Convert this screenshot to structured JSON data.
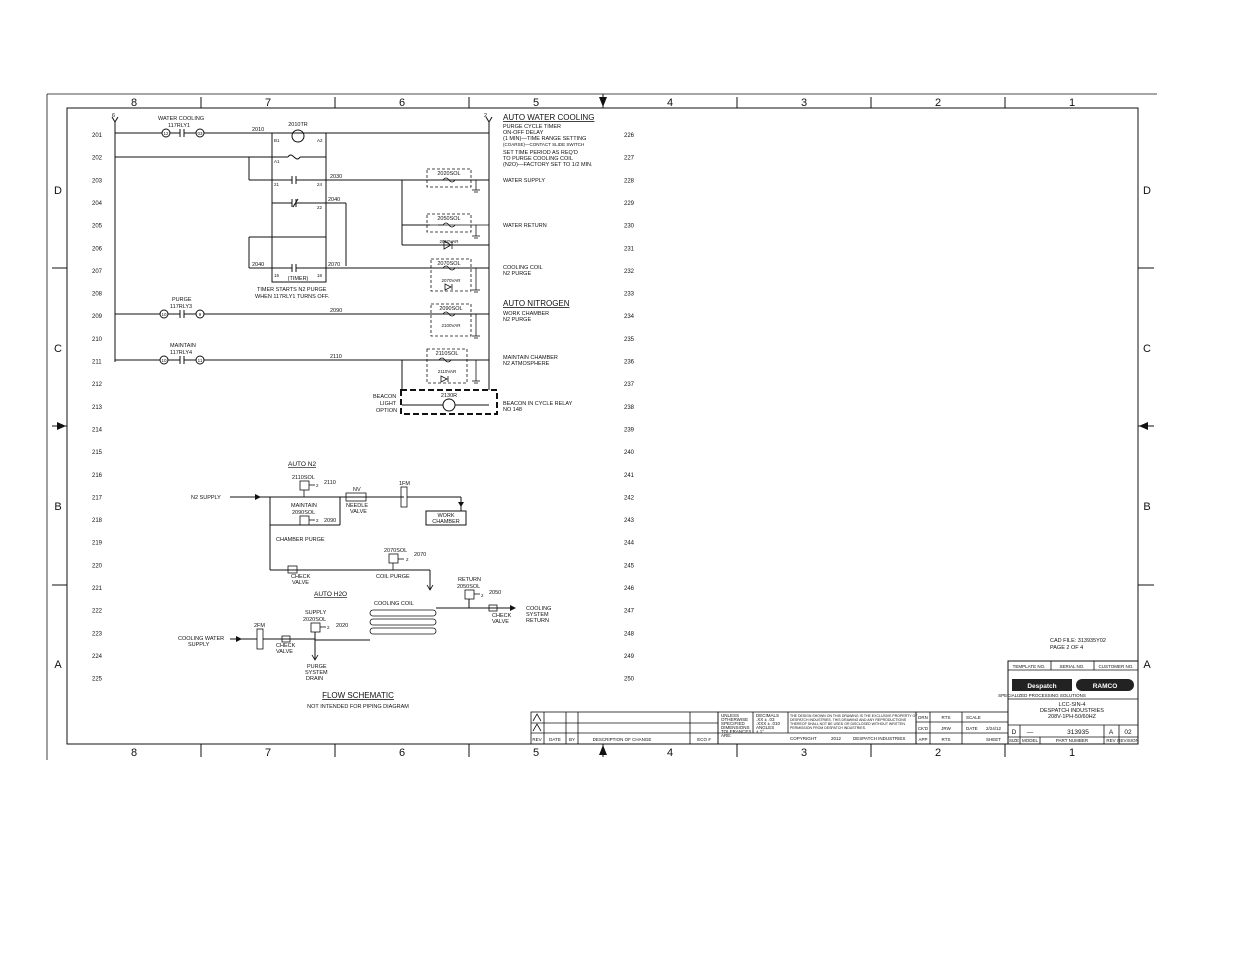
{
  "zones": {
    "columns": [
      "8",
      "7",
      "6",
      "5",
      "4",
      "3",
      "2",
      "1"
    ],
    "rows": [
      "D",
      "C",
      "B",
      "A"
    ]
  },
  "rungs": {
    "left": [
      "201",
      "202",
      "203",
      "204",
      "205",
      "206",
      "207",
      "208",
      "209",
      "210",
      "211",
      "212",
      "213",
      "214",
      "215",
      "216",
      "217",
      "218",
      "219",
      "220",
      "221",
      "222",
      "223",
      "224",
      "225"
    ],
    "right": [
      "226",
      "227",
      "228",
      "229",
      "230",
      "231",
      "232",
      "233",
      "234",
      "235",
      "236",
      "237",
      "238",
      "239",
      "240",
      "241",
      "242",
      "243",
      "244",
      "245",
      "246",
      "247",
      "248",
      "249",
      "250"
    ]
  },
  "schematic": {
    "wire_l": "6",
    "wire_r": "2",
    "water_cooling_label": "WATER COOLING",
    "water_cooling_relay": "117RLY1",
    "c_12": "12",
    "c_03": "03",
    "w_2010": "2010",
    "timer_label": "2010TR",
    "t_b1": "B1",
    "t_a2": "A2",
    "t_a1": "A1",
    "t_21": "21",
    "t_24": "24",
    "t_22": "22",
    "t_15": "15",
    "t_18": "18",
    "timer_tag": "(TIMER)",
    "w_2030": "2030",
    "w_2040": "2040",
    "w_2040b": "2040",
    "w_2070": "2070",
    "timer_note_1": "TIMER STARTS N2 PURGE",
    "timer_note_2": "WHEN 117RLY1 TURNS OFF.",
    "purge_label": "PURGE",
    "purge_relay": "117RLY3",
    "c_10": "10",
    "c_09": "9",
    "w_2090": "2090",
    "maintain_label": "MAINTAIN",
    "maintain_relay": "117RLY4",
    "c_10b": "10",
    "c_11": "11",
    "w_2110": "2110",
    "sol_2020": "2020SOL",
    "sol_2050": "2050SOL",
    "var_2050": "2050VAR",
    "sol_2070": "2070SOL",
    "var_2070": "2070VAR",
    "sol_2090": "2090SOL",
    "var_2100": "2100VAR",
    "sol_2110": "2110SOL",
    "var_2110": "2110VAR",
    "lamp_2130": "2130R",
    "beacon_label_1": "BEACON",
    "beacon_label_2": "LIGHT",
    "beacon_label_3": "OPTION",
    "auto_water_title": "AUTO WATER COOLING",
    "note_1": "PURGE CYCLE TIMER",
    "note_2": "ON-OFF DELAY",
    "note_3": "(1 MIN)—TIME RANGE SETTING",
    "note_4": "(COARSE)—CONTACT SLIDE SWITCH",
    "note_5": "SET TIME PERIOD AS REQ'D",
    "note_6": "TO PURGE COOLING COIL",
    "note_7": "(N2O)—FACTORY SET TO 1/2 MIN.",
    "water_supply": "WATER SUPPLY",
    "water_return": "WATER RETURN",
    "cooling_coil_1": "COOLING COIL",
    "cooling_coil_2": "N2 PURGE",
    "auto_nitrogen_title": "AUTO NITROGEN",
    "work_chamber_1": "WORK CHAMBER",
    "work_chamber_2": "N2 PURGE",
    "maintain_chamber_1": "MAINTAIN CHAMBER",
    "maintain_chamber_2": "N2 ATMOSPHERE",
    "beacon_note_1": "BEACON IN CYCLE RELAY",
    "beacon_note_2": "NO 148"
  },
  "flow": {
    "auto_n2": "AUTO N2",
    "n2_supply": "N2 SUPPLY",
    "sol_2110": "2110SOL",
    "w_2110": "2110",
    "maintain": "MAINTAIN",
    "nv": "NV",
    "needle_1": "NEEDLE",
    "needle_2": "VALVE",
    "fm1": "1FM",
    "work_1": "WORK",
    "work_2": "CHAMBER",
    "sol_2090": "2090SOL",
    "w_2090": "2090",
    "chamber_purge": "CHAMBER PURGE",
    "sol_2070": "2070SOL",
    "w_2070": "2070",
    "check_1": "CHECK",
    "check_2": "VALVE",
    "coil_purge": "COIL PURGE",
    "return_1": "RETURN",
    "return_2": "2050SOL",
    "w_2050": "2050",
    "cooling_coil": "COOLING COIL",
    "check_ret_1": "CHECK",
    "check_ret_2": "VALVE",
    "csr_1": "COOLING",
    "csr_2": "SYSTEM",
    "csr_3": "RETURN",
    "auto_h2o": "AUTO H2O",
    "supply_1": "SUPPLY",
    "supply_2": "2020SOL",
    "w_2020": "2020",
    "fm2": "2FM",
    "cws_1": "COOLING WATER",
    "cws_2": "SUPPLY",
    "check_sup_1": "CHECK",
    "check_sup_2": "VALVE",
    "drain_1": "PURGE",
    "drain_2": "SYSTEM",
    "drain_3": "DRAIN",
    "port_2a": "2",
    "port_2b": "2",
    "port_2c": "2",
    "port_2d": "2",
    "port_2e": "2",
    "title": "FLOW SCHEMATIC",
    "subtitle": "NOT INTENDED FOR PIPING DIAGRAM"
  },
  "drawing_info": {
    "cad_file": "CAD FILE: 313935Y02",
    "page": "PAGE 2 OF 4"
  },
  "title_block": {
    "company_logo": "Despatch",
    "partner_logo": "RAMCO",
    "tagline": "SPECIALIZED PROCESSING SOLUTIONS",
    "h_template": "TEMPLATE NO.",
    "h_serial": "SERIAL NO.",
    "h_customer": "CUSTOMER NO.",
    "title_1": "LCC-SIN-4",
    "title_2": "DESPATCH INDUSTRIES",
    "title_3": "208V-1PH-50/60HZ",
    "size": "D",
    "dash": "—",
    "part_number": "313935",
    "rev_letter": "A",
    "rev_no": "02",
    "f_size": "SIZE",
    "f_model": "MODEL",
    "f_part": "PART NUMBER",
    "f_rev": "REV",
    "f_revision": "REVISION",
    "scale_label": "SCALE",
    "date_label": "DATE",
    "date_value": "2/24/12",
    "drawn": "RTS",
    "checked": "JRW",
    "approved": "RTS",
    "dr_label": "DRN",
    "ck_label": "CK'D",
    "ap_label": "APP",
    "sheet_label": "SHEET",
    "unless_1": "UNLESS",
    "unless_2": "OTHERWISE",
    "unless_3": "SPECIFIED",
    "unless_4": "DIMENSIONS",
    "unless_5": "TOLERANCES",
    "unless_6": "ARE:",
    "decimals_1": "DECIMALS",
    "decimals_2": ".XX ± .03",
    "decimals_3": ".XXX ± .010",
    "decimals_4": "ANGLES",
    "decimals_5": "± 1°",
    "property_1": "THE DESIGN SHOWN ON THIS DRAWING IS THE EXCLUSIVE PROPERTY OF",
    "property_2": "DESPATCH INDUSTRIES. THIS DRAWING AND ANY REPRODUCTIONS",
    "property_3": "THEREOF SHALL NOT BE USED OR DISCLOSED WITHOUT WRITTEN",
    "property_4": "PERMISSION FROM DESPATCH INDUSTRIES.",
    "copyright_label": "COPYRIGHT",
    "copyright_year": "2012",
    "copyright_owner": "DESPATCH INDUSTRIES",
    "rev_h_rev": "REV",
    "rev_h_date": "DATE",
    "rev_h_by": "BY",
    "rev_h_desc": "DESCRIPTION OF CHANGE",
    "rev_h_eco": "ECO #"
  }
}
